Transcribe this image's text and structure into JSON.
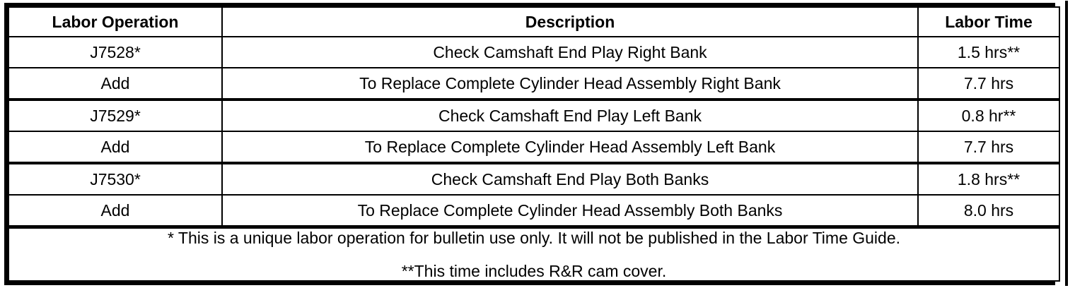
{
  "table": {
    "columns": [
      {
        "key": "operation",
        "label": "Labor Operation"
      },
      {
        "key": "description",
        "label": "Description"
      },
      {
        "key": "time",
        "label": "Labor Time"
      }
    ],
    "rows": [
      {
        "operation": "J7528*",
        "description": "Check Camshaft End Play Right Bank",
        "time": "1.5 hrs**"
      },
      {
        "operation": "Add",
        "description": "To Replace Complete Cylinder Head Assembly Right Bank",
        "time": "7.7 hrs"
      },
      {
        "operation": "J7529*",
        "description": "Check Camshaft End Play Left Bank",
        "time": "0.8 hr**"
      },
      {
        "operation": "Add",
        "description": "To Replace Complete Cylinder Head Assembly Left Bank",
        "time": "7.7 hrs"
      },
      {
        "operation": "J7530*",
        "description": "Check Camshaft End Play Both Banks",
        "time": "1.8 hrs**"
      },
      {
        "operation": "Add",
        "description": "To Replace Complete Cylinder Head Assembly Both Banks",
        "time": "8.0 hrs"
      }
    ],
    "footnotes": [
      "* This is a unique labor operation for bulletin use only. It will not be published in the Labor Time Guide.",
      "**This time includes R&R cam cover."
    ]
  },
  "colors": {
    "border": "#000000",
    "background": "#ffffff",
    "text": "#000000"
  }
}
